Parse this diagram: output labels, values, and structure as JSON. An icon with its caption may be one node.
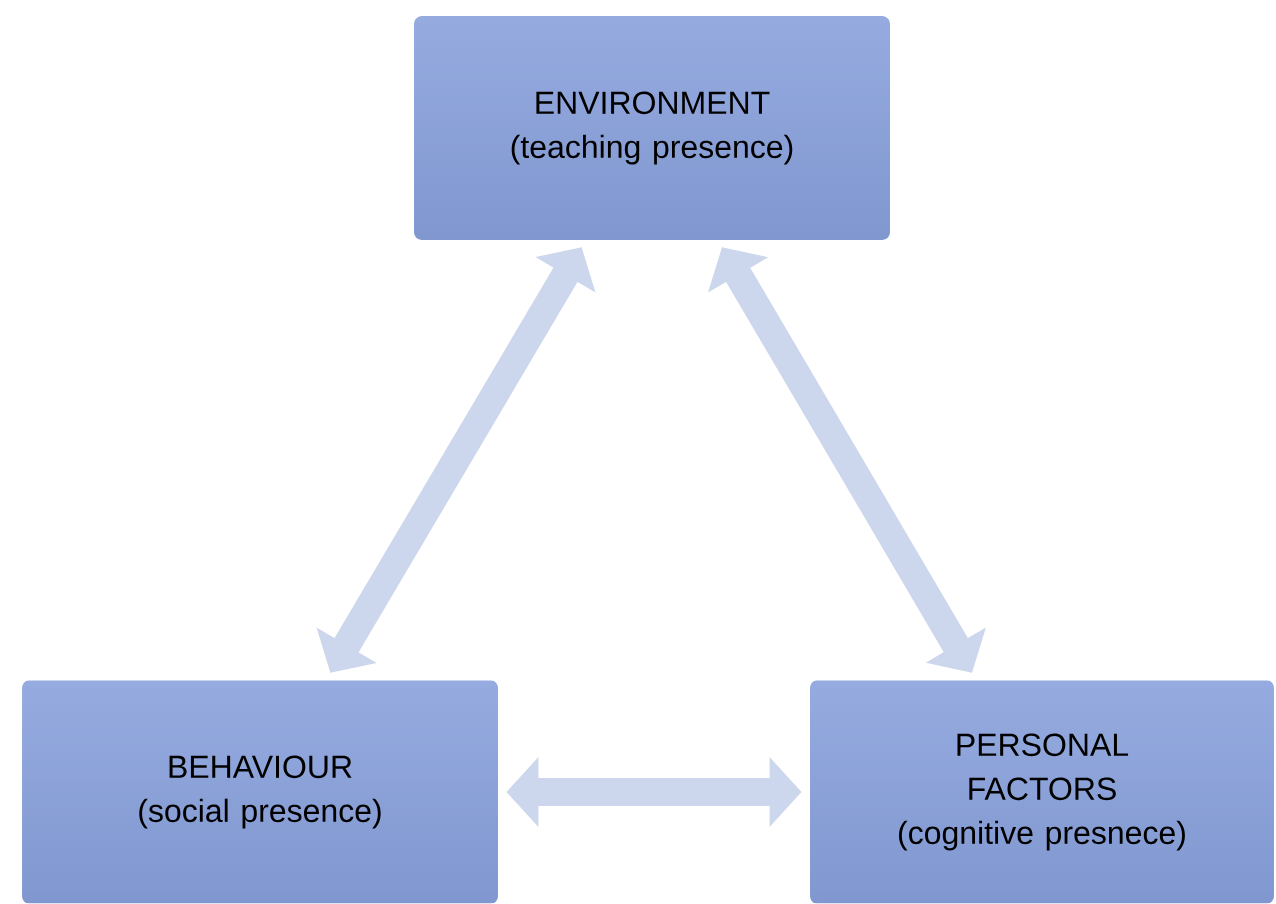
{
  "diagram": {
    "nodes": [
      {
        "text": [
          "ENVIRONMENT",
          "(teaching presence)"
        ]
      },
      {
        "text": [
          "BEHAVIOUR",
          "(social presence)"
        ]
      },
      {
        "text": [
          "PERSONAL FACTORS",
          "(cognitive presnece)"
        ]
      }
    ],
    "edges": [
      {
        "from": 0,
        "to": 1,
        "arrow": "both"
      },
      {
        "from": 0,
        "to": 2,
        "arrow": "both"
      },
      {
        "from": 1,
        "to": 2,
        "arrow": "both"
      }
    ]
  }
}
